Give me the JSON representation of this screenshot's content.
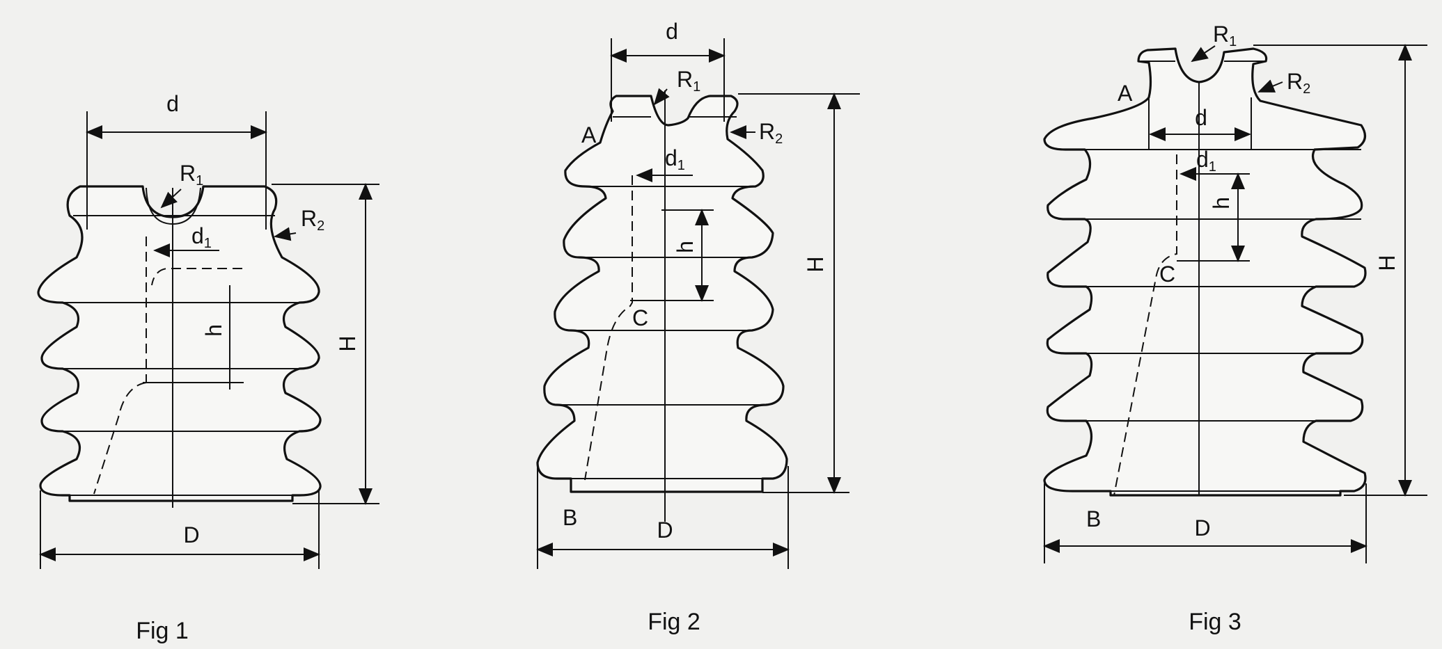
{
  "figures": [
    {
      "id": "fig1",
      "caption": "Fig 1",
      "labels": {
        "d": "d",
        "R1": "R",
        "R1_sub": "1",
        "R2": "R",
        "R2_sub": "2",
        "d1": "d",
        "d1_sub": "1",
        "h": "h",
        "H": "H",
        "D": "D"
      }
    },
    {
      "id": "fig2",
      "caption": "Fig 2",
      "labels": {
        "d": "d",
        "R1": "R",
        "R1_sub": "1",
        "R2": "R",
        "R2_sub": "2",
        "A": "A",
        "d1": "d",
        "d1_sub": "1",
        "h": "h",
        "H": "H",
        "C": "C",
        "B": "B",
        "D": "D"
      }
    },
    {
      "id": "fig3",
      "caption": "Fig 3",
      "labels": {
        "R1": "R",
        "R1_sub": "1",
        "R2": "R",
        "R2_sub": "2",
        "A": "A",
        "d": "d",
        "d1": "d",
        "d1_sub": "1",
        "h": "h",
        "H": "H",
        "C": "C",
        "B": "B",
        "D": "D"
      }
    }
  ]
}
